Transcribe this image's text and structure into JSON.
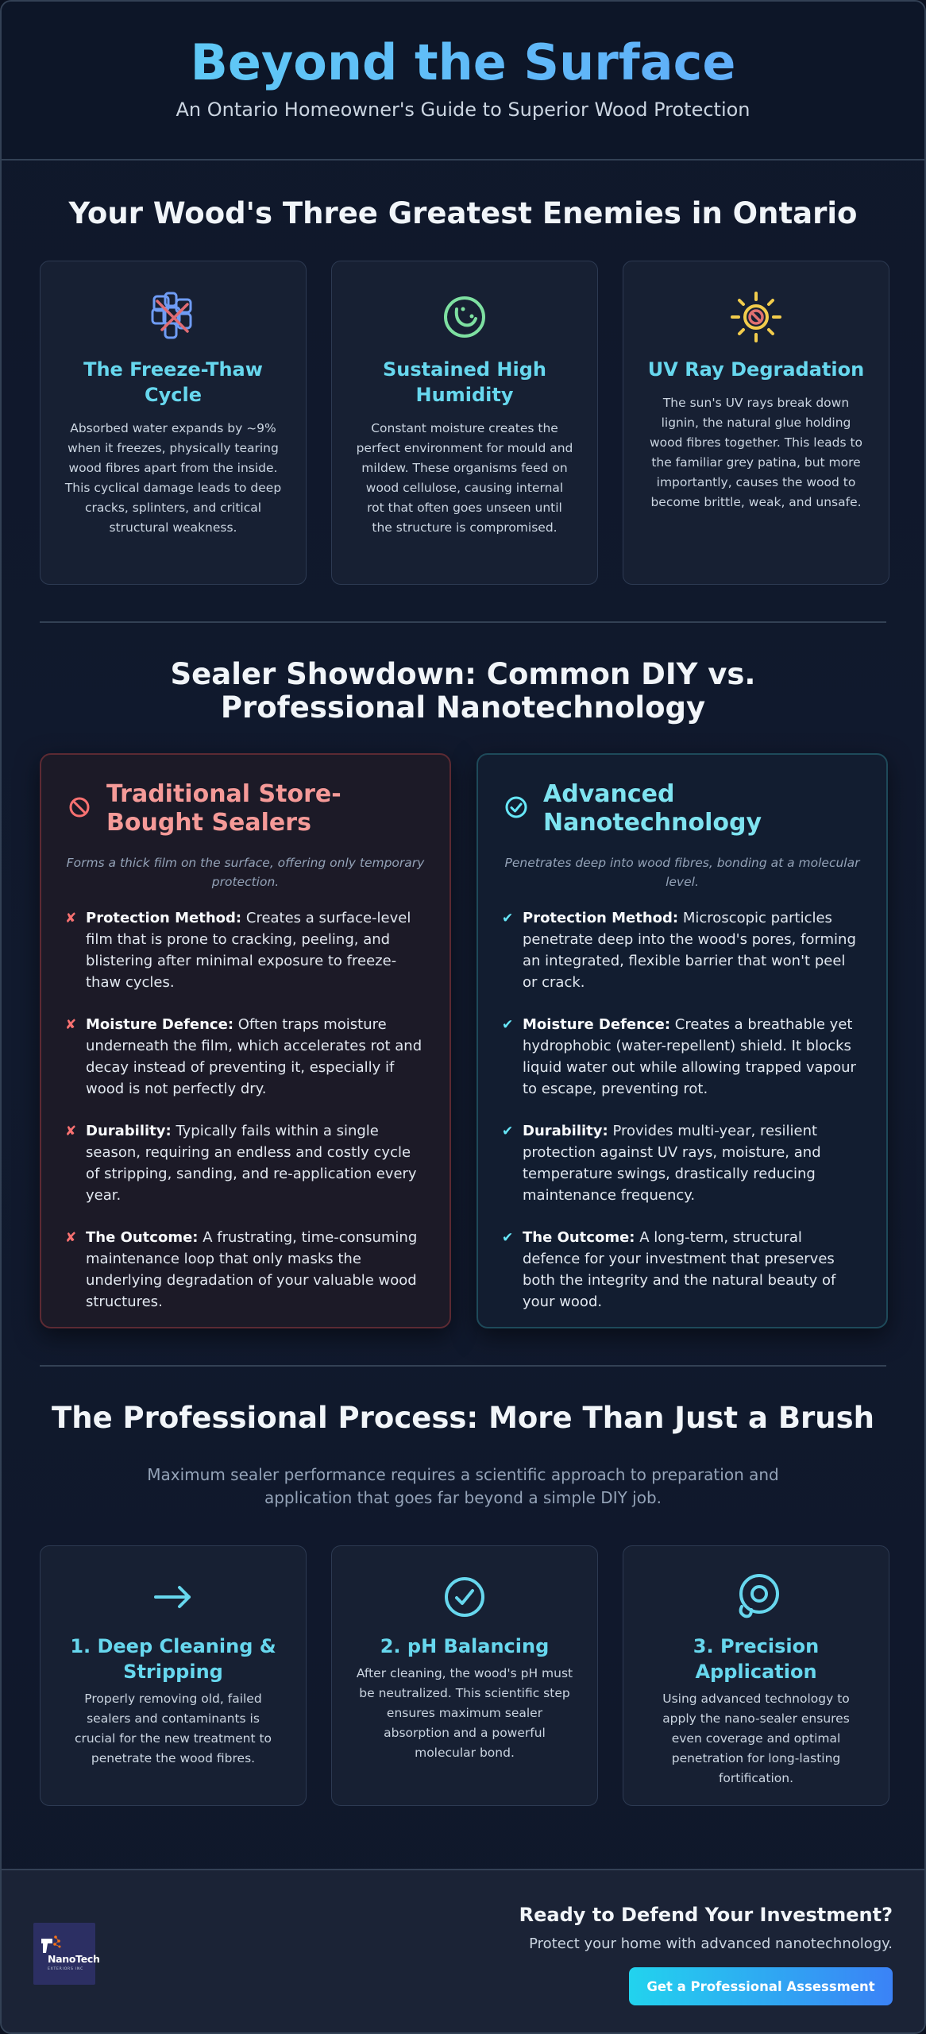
{
  "header": {
    "title": "Beyond the Surface",
    "subtitle": "An Ontario Homeowner's Guide to Superior Wood Protection"
  },
  "enemies": {
    "title": "Your Wood's Three Greatest Enemies in Ontario",
    "cards": [
      {
        "icon": "freeze-thaw-icon",
        "title": "The Freeze-Thaw Cycle",
        "text": "Absorbed water expands by ~9% when it freezes, physically tearing wood fibres apart from the inside. This cyclical damage leads to deep cracks, splinters, and critical structural weakness."
      },
      {
        "icon": "humidity-icon",
        "title": "Sustained High Humidity",
        "text": "Constant moisture creates the perfect environment for mould and mildew. These organisms feed on wood cellulose, causing internal rot that often goes unseen until the structure is compromised."
      },
      {
        "icon": "sun-icon",
        "title": "UV Ray Degradation",
        "text": "The sun's UV rays break down lignin, the natural glue holding wood fibres together. This leads to the familiar grey patina, but more importantly, causes the wood to become brittle, weak, and unsafe."
      }
    ]
  },
  "showdown": {
    "title": "Sealer Showdown: Common DIY vs. Professional Nanotechnology",
    "traditional": {
      "title": "Traditional Store-Bought Sealers",
      "intro": "Forms a thick film on the surface, offering only temporary protection.",
      "mark": "✘",
      "items": [
        {
          "label": "Protection Method:",
          "text": "Creates a surface-level film that is prone to cracking, peeling, and blistering after minimal exposure to freeze-thaw cycles."
        },
        {
          "label": "Moisture Defence:",
          "text": "Often traps moisture underneath the film, which accelerates rot and decay instead of preventing it, especially if wood is not perfectly dry."
        },
        {
          "label": "Durability:",
          "text": "Typically fails within a single season, requiring an endless and costly cycle of stripping, sanding, and re-application every year."
        },
        {
          "label": "The Outcome:",
          "text": "A frustrating, time-consuming maintenance loop that only masks the underlying degradation of your valuable wood structures."
        }
      ]
    },
    "nano": {
      "title": "Advanced Nanotechnology",
      "intro": "Penetrates deep into wood fibres, bonding at a molecular level.",
      "mark": "✔",
      "items": [
        {
          "label": "Protection Method:",
          "text": "Microscopic particles penetrate deep into the wood's pores, forming an integrated, flexible barrier that won't peel or crack."
        },
        {
          "label": "Moisture Defence:",
          "text": "Creates a breathable yet hydrophobic (water-repellent) shield. It blocks liquid water out while allowing trapped vapour to escape, preventing rot."
        },
        {
          "label": "Durability:",
          "text": "Provides multi-year, resilient protection against UV rays, moisture, and temperature swings, drastically reducing maintenance frequency."
        },
        {
          "label": "The Outcome:",
          "text": "A long-term, structural defence for your investment that preserves both the integrity and the natural beauty of your wood."
        }
      ]
    }
  },
  "process": {
    "title": "The Professional Process: More Than Just a Brush",
    "intro": "Maximum sealer performance requires a scientific approach to preparation and application that goes far beyond a simple DIY job.",
    "steps": [
      {
        "icon": "arrow-right-icon",
        "title": "1. Deep Cleaning & Stripping",
        "text": "Properly removing old, failed sealers and contaminants is crucial for the new treatment to penetrate the wood fibres."
      },
      {
        "icon": "check-circle-icon",
        "title": "2. pH Balancing",
        "text": "After cleaning, the wood's pH must be neutralized. This scientific step ensures maximum sealer absorption and a powerful molecular bond."
      },
      {
        "icon": "spray-icon",
        "title": "3. Precision Application",
        "text": "Using advanced technology to apply the nano-sealer ensures even coverage and optimal penetration for long-lasting fortification."
      }
    ]
  },
  "footer": {
    "logo_text": "NanoTech",
    "logo_sub": "EXTERIORS INC",
    "cta_title": "Ready to Defend Your Investment?",
    "cta_sub": "Protect your home with advanced nanotechnology.",
    "cta_button": "Get a Professional Assessment"
  },
  "colors": {
    "accent": "#67d7ee",
    "danger": "#f87171",
    "background": "#0f172a"
  }
}
